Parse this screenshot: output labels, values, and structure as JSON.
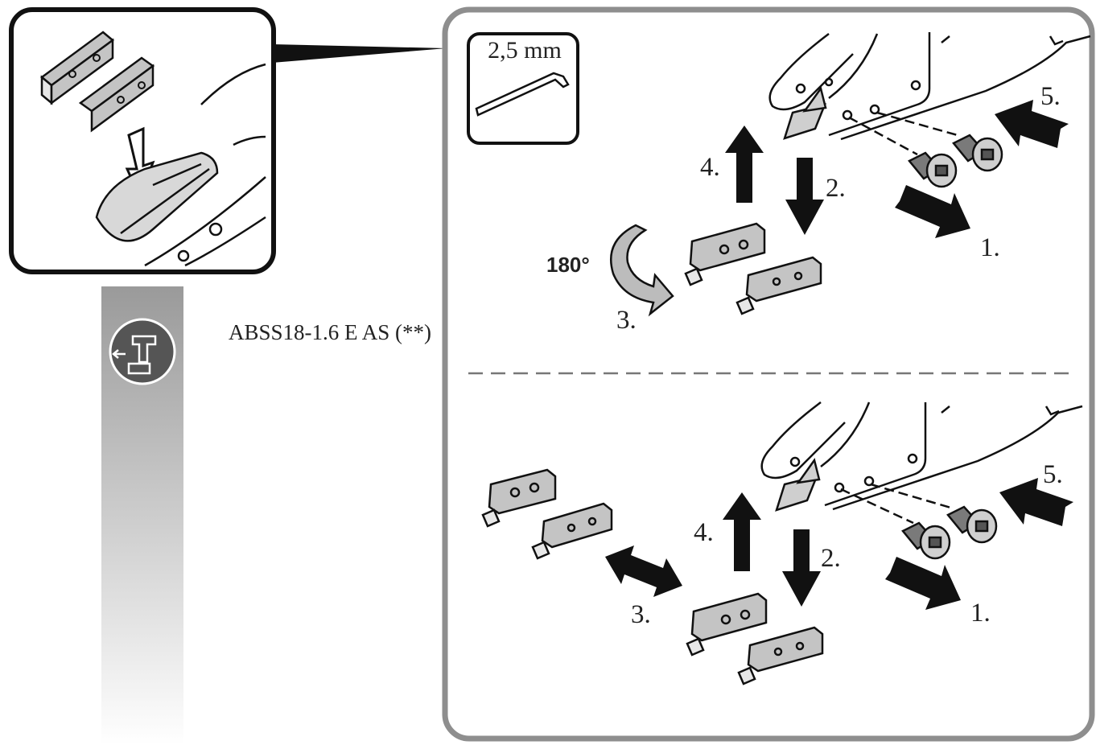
{
  "model": "ABSS18-1.6 E AS (**)",
  "tool": {
    "size_label": "2,5 mm",
    "icon": "hex-key-icon"
  },
  "sidebar": {
    "icon": "drill-battery-icon",
    "gradient_top": "#9a9a9a",
    "gradient_bottom": "#ffffff"
  },
  "top_procedure": {
    "rotation_label": "180°",
    "steps": [
      "1.",
      "2.",
      "3.",
      "4.",
      "5."
    ]
  },
  "bottom_procedure": {
    "steps": [
      "1.",
      "2.",
      "3.",
      "4.",
      "5."
    ]
  },
  "colors": {
    "frame": "#8e8e8e",
    "outline": "#1a1a1a",
    "part_fill": "#bfbfbf",
    "arrow": "#111111"
  }
}
